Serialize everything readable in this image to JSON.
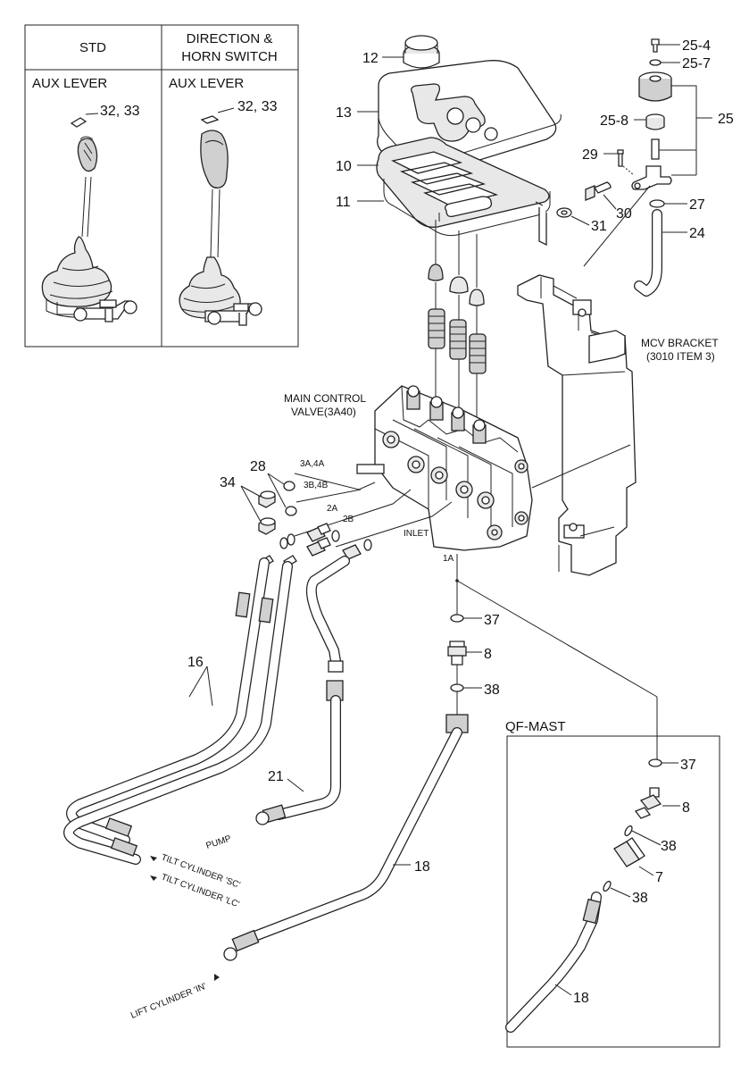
{
  "inset": {
    "col1_header": "STD",
    "col2_header_line1": "DIRECTION &",
    "col2_header_line2": "HORN SWITCH",
    "col1_caption": "AUX LEVER",
    "col2_caption": "AUX LEVER",
    "col1_part": "32, 33",
    "col2_part": "32, 33"
  },
  "callouts": {
    "p12": "12",
    "p13": "13",
    "p10": "10",
    "p11": "11",
    "p25_4": "25-4",
    "p25_7": "25-7",
    "p25_8": "25-8",
    "p25": "25",
    "p29": "29",
    "p30": "30",
    "p27": "27",
    "p31": "31",
    "p24": "24",
    "p28": "28",
    "p34": "34",
    "p37": "37",
    "p8": "8",
    "p38": "38",
    "p16": "16",
    "p21": "21",
    "p18": "18",
    "qf37": "37",
    "qf8": "8",
    "qf38a": "38",
    "qf7": "7",
    "qf38b": "38",
    "qf18": "18"
  },
  "labels": {
    "mcv_bracket_line1": "MCV BRACKET",
    "mcv_bracket_line2": "(3010 ITEM 3)",
    "mcv_line1": "MAIN CONTROL",
    "mcv_line2": "VALVE(3A40)",
    "port_3a4a": "3A,4A",
    "port_3b4b": "3B,4B",
    "port_2a": "2A",
    "port_2b": "2B",
    "port_inlet": "INLET",
    "port_1a": "1A",
    "qf_mast": "QF-MAST",
    "pump": "PUMP",
    "tilt_sc": "TILT CYLINDER 'SC'",
    "tilt_lc": "TILT CYLINDER 'LC'",
    "lift_in": "LIFT CYLINDER 'IN'"
  }
}
